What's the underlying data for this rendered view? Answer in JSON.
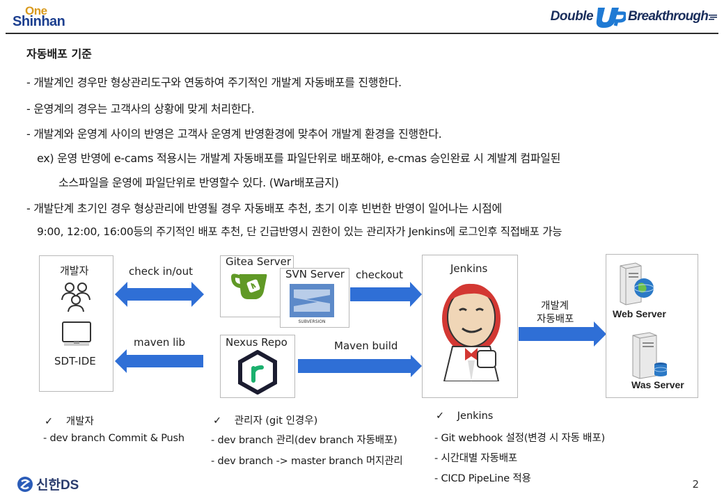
{
  "header": {
    "logo_top": "One",
    "logo_bottom": "Shinhan",
    "brand_left": "Double",
    "brand_up": "Up",
    "brand_right": "Breakthrough"
  },
  "content": {
    "title": "자동배포 기준",
    "lines": [
      "- 개발계인 경우만 형상관리도구와 연동하여 주기적인 개발계 자동배포를 진행한다.",
      "- 운영계의 경우는 고객사의 상황에 맞게 처리한다.",
      "- 개발계와 운영계 사이의 반영은 고객사 운영계 반영환경에 맞추어 개발계 환경을 진행한다.",
      "ex) 운영 반영에 e-cams 적용시는 개발계 자동배포를 파일단위로 배포해야, e-cmas 승인완료 시 계발계 컴파일된",
      "소스파일을 운영에 파일단위로 반영할수 있다. (War배포금지)",
      "- 개발단계 초기인 경우 형상관리에 반영될 경우 자동배포 추천, 초기 이후 빈번한 반영이 일어나는 시점에",
      "9:00, 12:00, 16:00등의 주기적인 배포 추천, 단 긴급반영시 권한이 있는 관리자가 Jenkins에 로그인후 직접배포 가능"
    ]
  },
  "diagram": {
    "developer_label": "개발자",
    "ide_label": "SDT-IDE",
    "checkin_label": "check in/out",
    "mavenlib_label": "maven lib",
    "gitea_label": "Gitea Server",
    "svn_label": "SVN Server",
    "svn_logo_text": "SUBVERSION",
    "nexus_label": "Nexus Repo",
    "checkout_label": "checkout",
    "mavenbuild_label": "Maven build",
    "jenkins_label": "Jenkins",
    "deploy_label_1": "개발계",
    "deploy_label_2": "자동배포",
    "web_server_label": "Web Server",
    "was_server_label": "Was Server",
    "colors": {
      "arrow": "#2f6fd6",
      "gitea_green": "#609926",
      "jenkins_red": "#d33833"
    }
  },
  "notes": {
    "col1": {
      "check": "✓",
      "title": "개발자",
      "items": [
        "- dev branch Commit & Push"
      ]
    },
    "col2": {
      "check": "✓",
      "title": "관리자 (git 인경우)",
      "items": [
        "- dev branch 관리(dev branch 자동배포)",
        "- dev branch -> master branch 머지관리"
      ]
    },
    "col3": {
      "check": "✓",
      "title": "Jenkins",
      "items": [
        "- Git webhook 설정(변경 시 자동 배포)",
        "- 시간대별 자동배포",
        "- CICD PipeLine 적용"
      ]
    }
  },
  "footer": {
    "logo_text": "신한DS",
    "page_number": "2"
  }
}
